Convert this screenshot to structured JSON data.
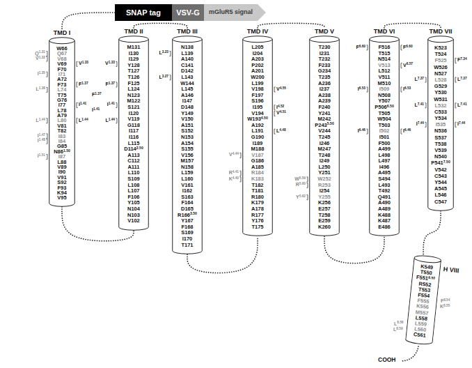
{
  "diagram": {
    "nodes": [
      {
        "text": [
          "SNAP tag"
        ]
      },
      {
        "text": [
          "VSV-G"
        ]
      },
      {
        "text": [
          "mGluR5 signal"
        ]
      },
      {
        "text": [
          "TMD I",
          "W66",
          "Q67",
          "V68",
          "V69",
          "F70",
          "I71",
          "A72",
          "F73",
          "L74",
          "T75",
          "G76",
          "I77",
          "L78",
          "A79",
          "L80",
          "V81",
          "T82",
          "I83",
          "I84",
          "G85",
          "N861.50",
          "I87",
          "L88",
          "V89",
          "I90",
          "V91",
          "S92",
          "F93",
          "K94",
          "V95"
        ]
      },
      {
        "text": [
          "TMD II",
          "M131",
          "I130",
          "I129",
          "Y128",
          "T127",
          "T126",
          "F125",
          "L124",
          "N123",
          "M122",
          "S121",
          "I120",
          "V119",
          "G118",
          "I117",
          "I116",
          "L115",
          "D1142.50",
          "A113",
          "C112",
          "A111",
          "L110",
          "S109",
          "L108",
          "L107",
          "F106",
          "Y105",
          "N104",
          "N103",
          "V102"
        ]
      },
      {
        "text": [
          "TMD III",
          "N138",
          "L139",
          "A140",
          "C141",
          "D142",
          "L143",
          "W144",
          "L145",
          "A146",
          "I147",
          "D148",
          "Y149",
          "V150",
          "A151",
          "S152",
          "N153",
          "A154",
          "S155",
          "V156",
          "M157",
          "N158",
          "L159",
          "L160",
          "V161",
          "I162",
          "S163",
          "F164",
          "D165",
          "R1663.50",
          "Y167",
          "F168",
          "S169",
          "I170",
          "T171"
        ]
      },
      {
        "text": [
          "TMD IV",
          "L205",
          "I204",
          "A203",
          "P202",
          "A201",
          "W200",
          "L199",
          "V198",
          "F197",
          "S196",
          "I195",
          "V194",
          "W1934.50",
          "A192",
          "L191",
          "G190",
          "I189",
          "M188",
          "V187",
          "G186",
          "A185",
          "R184",
          "K183",
          "T182",
          "T181",
          "R180",
          "K179",
          "A178",
          "R177",
          "Y176",
          "T175"
        ]
      },
      {
        "text": [
          "TMD V",
          "T230",
          "I231",
          "T232",
          "F233",
          "G234",
          "T235",
          "A236",
          "I237",
          "A238",
          "A239",
          "F240",
          "Y241",
          "M242",
          "P2435.50",
          "V244",
          "T245",
          "I246",
          "M247",
          "T248",
          "I249",
          "L250",
          "Y251",
          "W252",
          "R253",
          "I254",
          "Y255",
          "K256",
          "E257",
          "T258",
          "E259",
          "K260"
        ]
      },
      {
        "text": [
          "TMD VI",
          "F516",
          "T515",
          "N514",
          "V513",
          "L512",
          "V511",
          "M510",
          "I509",
          "N508",
          "Y507",
          "P5066.50",
          "T505",
          "W504",
          "T503",
          "I502",
          "I501",
          "F500",
          "A499",
          "L498",
          "L497",
          "I496",
          "A495",
          "S494",
          "L493",
          "T492",
          "Q491",
          "A490",
          "A489",
          "K488",
          "K487",
          "E486"
        ]
      },
      {
        "text": [
          "TMD VII",
          "K523",
          "T524",
          "F525",
          "W526",
          "N527",
          "L528",
          "G529",
          "Y530",
          "W531",
          "L532",
          "C533",
          "Y534",
          "I535",
          "N536",
          "S537",
          "T538",
          "V539",
          "N540",
          "P5417.50",
          "V542",
          "C543",
          "Y544",
          "A545",
          "L546",
          "C547"
        ]
      },
      {
        "text": [
          "H VIII",
          "K549",
          "T550",
          "F5518.50",
          "R552",
          "T553",
          "F554",
          "F555",
          "K556",
          "M557",
          "L558",
          "L559",
          "L560",
          "C561"
        ]
      }
    ],
    "edges": [
      {
        "from": 0,
        "to": 3,
        "arrow": "none"
      },
      {
        "from": 3,
        "to": 4,
        "arrow": "none"
      },
      {
        "from": 4,
        "to": 5,
        "arrow": "none"
      },
      {
        "from": 5,
        "to": 6,
        "arrow": "none"
      },
      {
        "from": 6,
        "to": 7,
        "arrow": "none"
      },
      {
        "from": 7,
        "to": 8,
        "arrow": "none"
      },
      {
        "from": 8,
        "to": 9,
        "arrow": "none"
      },
      {
        "from": 9,
        "to": 10,
        "arrow": "none"
      }
    ],
    "labels": [
      "Q1.31",
      "V1.32",
      "I1.35",
      "L1.38",
      "L1.44",
      "I1.47",
      "I1.48",
      "I1.51",
      "V1.33",
      "F1.37",
      "I1.41",
      "L1.44",
      "F1.37",
      "I1.41",
      "V1.33",
      "F1.37",
      "I1.41",
      "L1.44",
      "L3.23",
      "L3.27",
      "V4.44",
      "R4.41",
      "K4.40",
      "V4.55",
      "I4.52",
      "V4.51",
      "L4.48",
      "W5.59",
      "R5.60",
      "Y5.62",
      "F6.60",
      "I6.53",
      "I6.46",
      "F6.60",
      "V6.57",
      "I6.53",
      "I6.46",
      "L7.37",
      "L7.41",
      "I7.44",
      "F7.34",
      "L7.37",
      "L7.41",
      "I7.44",
      "L8.58",
      "L8.59",
      "F8.54",
      "K8.55",
      "COOH"
    ]
  }
}
